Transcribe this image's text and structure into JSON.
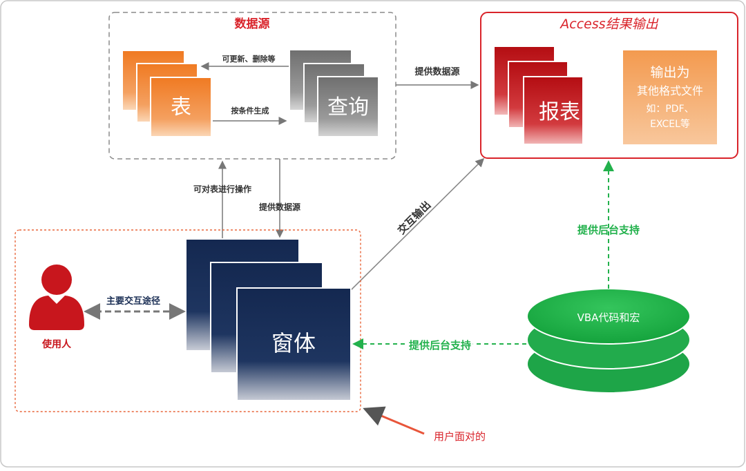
{
  "datasource": {
    "title": "数据源",
    "table_label": "表",
    "query_label": "查询",
    "arrow_top_label": "可更新、删除等",
    "arrow_bottom_label": "按条件生成"
  },
  "access_output": {
    "title": "Access结果输出",
    "report_label": "报表",
    "export_line1": "输出为",
    "export_line2": "其他格式文件",
    "export_line3": "如：PDF、",
    "export_line4": "EXCEL等"
  },
  "edges": {
    "provide_data_top": "提供数据源",
    "operate_table": "可对表进行操作",
    "provide_data_mid": "提供数据源",
    "interactive_output": "交互输出",
    "backend_support_right": "提供后台支持",
    "backend_support_bottom": "提供后台支持",
    "main_path": "主要交互途径"
  },
  "user_label": "使用人",
  "form_label": "窗体",
  "vba_label": "VBA代码和宏",
  "user_facing_label": "用户面对的",
  "colors": {
    "orange": "#f0883a",
    "gray": "#8a8a8a",
    "red": "#c8161d",
    "navy": "#1b2f55",
    "green": "#22b14c",
    "dash_gray": "#777777",
    "title_red": "#d9232a"
  }
}
